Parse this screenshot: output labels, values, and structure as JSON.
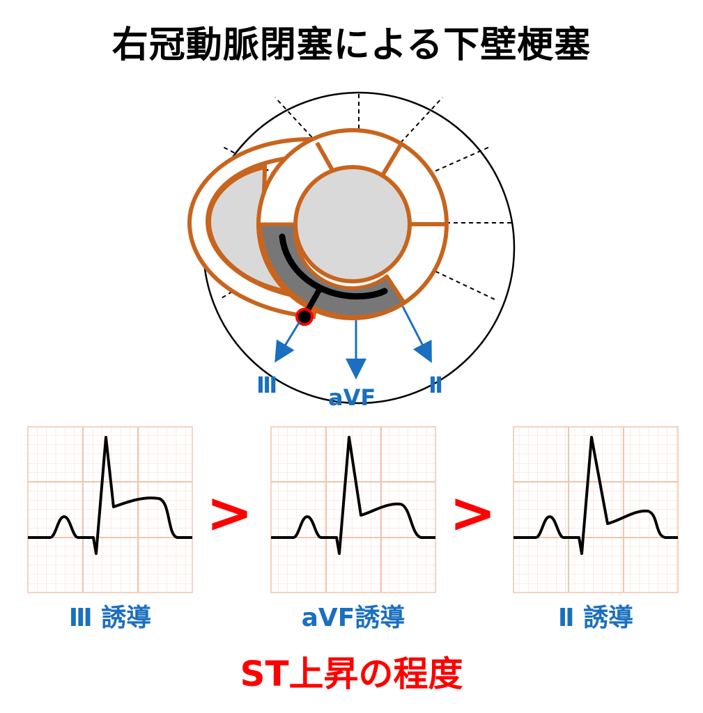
{
  "title": "右冠動脈閉塞による下壁梗塞",
  "diagram": {
    "leads": [
      {
        "id": "III",
        "label": "Ⅲ"
      },
      {
        "id": "aVF",
        "label": "aVF"
      },
      {
        "id": "II",
        "label": "Ⅱ"
      }
    ]
  },
  "ecg_panels": [
    {
      "label": "Ⅲ 誘導"
    },
    {
      "label": "aVF誘導"
    },
    {
      "label": "Ⅱ 誘導"
    }
  ],
  "comparison_symbol": ">",
  "footer": "ST上昇の程度",
  "colors": {
    "myocardium_outline": "#c8641e",
    "lead_arrow": "#1a6fc0",
    "infarct": "#777777",
    "cavity": "#d9d9d9",
    "ecg_grid": "#f2c4ae",
    "emphasis": "#ff0000"
  }
}
